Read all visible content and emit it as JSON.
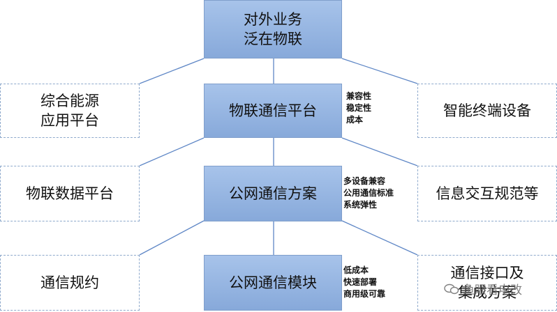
{
  "top": {
    "line1": "对外业务",
    "line2": "泛在物联"
  },
  "levels": [
    {
      "center": "物联通信平台",
      "left": {
        "line1": "综合能源",
        "line2": "应用平台"
      },
      "right": {
        "line1": "智能终端设备",
        "line2": ""
      },
      "notes": [
        "兼容性",
        "稳定性",
        "成本"
      ]
    },
    {
      "center": "公网通信方案",
      "left": {
        "line1": "物联数据平台",
        "line2": ""
      },
      "right": {
        "line1": "信息交互规范等",
        "line2": ""
      },
      "notes": [
        "多设备兼容",
        "公用通信标准",
        "系统弹性"
      ]
    },
    {
      "center": "公网通信模块",
      "left": {
        "line1": "通信规约",
        "line2": ""
      },
      "right": {
        "line1": "通信接口及",
        "line2": "集成方案"
      },
      "notes": [
        "低成本",
        "快速部署",
        "商用级可靠"
      ]
    }
  ],
  "watermark": "鱼眼看电改",
  "colors": {
    "box_fill": "#96b5e2",
    "box_border": "#7f9ecb",
    "dashed_border": "#8ea9cc",
    "line": "#5f87c6"
  }
}
